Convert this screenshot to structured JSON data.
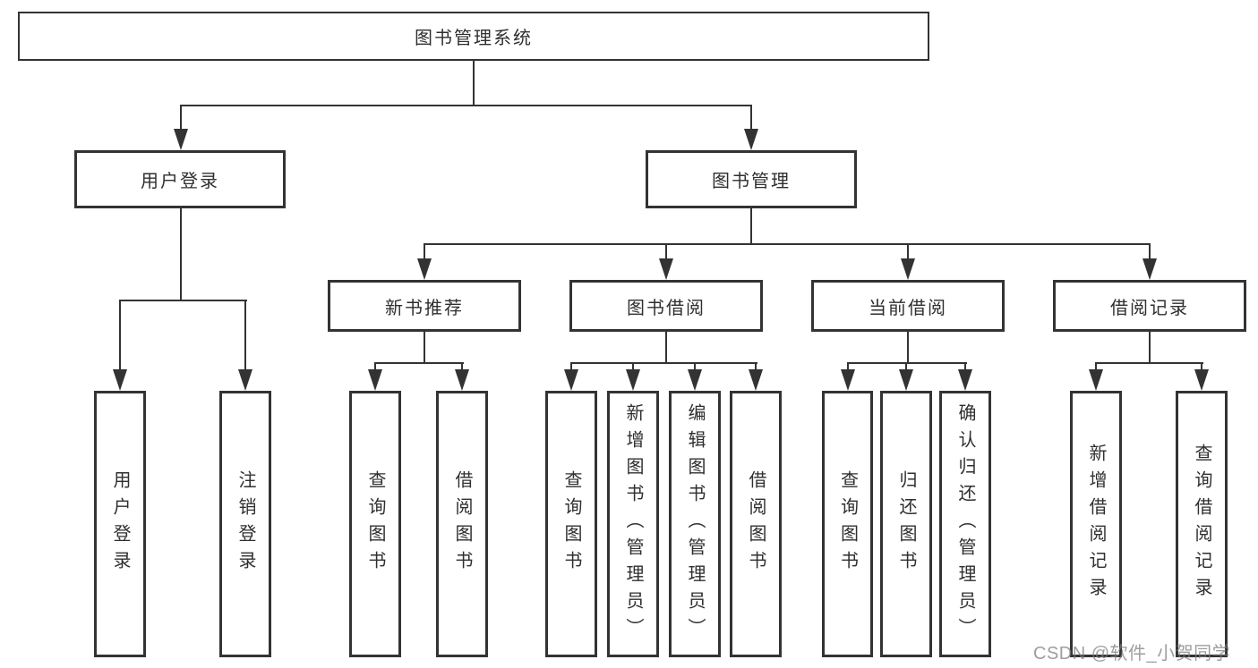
{
  "diagram_title": "图书管理系统",
  "tree": {
    "root": {
      "label": "图书管理系统"
    },
    "branches": [
      {
        "label": "用户登录",
        "children": [
          {
            "label": "用户登录"
          },
          {
            "label": "注销登录"
          }
        ]
      },
      {
        "label": "图书管理",
        "children": [
          {
            "label": "新书推荐",
            "children": [
              {
                "label": "查询图书"
              },
              {
                "label": "借阅图书"
              }
            ]
          },
          {
            "label": "图书借阅",
            "children": [
              {
                "label": "查询图书"
              },
              {
                "label": "新增图书（管理员）"
              },
              {
                "label": "编辑图书（管理员）"
              },
              {
                "label": "借阅图书"
              }
            ]
          },
          {
            "label": "当前借阅",
            "children": [
              {
                "label": "查询图书"
              },
              {
                "label": "归还图书"
              },
              {
                "label": "确认归还（管理员）"
              }
            ]
          },
          {
            "label": "借阅记录",
            "children": [
              {
                "label": "新增借阅记录"
              },
              {
                "label": "查询借阅记录"
              }
            ]
          }
        ]
      }
    ]
  },
  "watermark": {
    "text": "CSDN @软件_小贺同学",
    "color": "#7d7d7d"
  },
  "colors": {
    "line": "#333333",
    "box_border": "#333333",
    "text": "#2f2f2f",
    "background": "#ffffff"
  }
}
